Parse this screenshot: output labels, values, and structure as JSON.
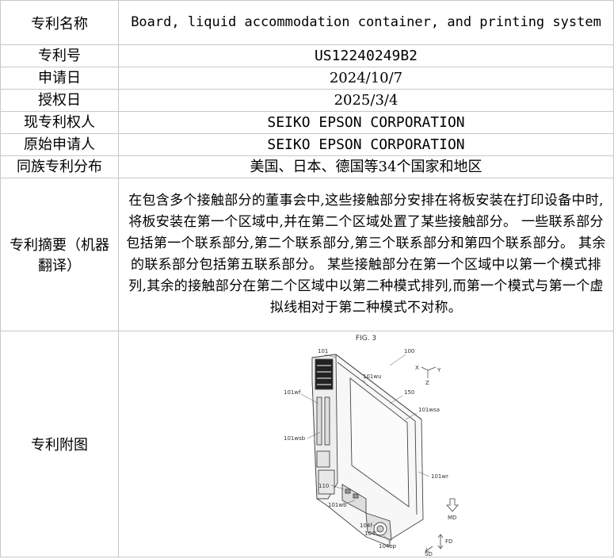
{
  "rows": [
    {
      "label": "专利名称",
      "value": "Board, liquid accommodation container, and printing system"
    },
    {
      "label": "专利号",
      "value": "US12240249B2"
    },
    {
      "label": "申请日",
      "value": "2024/10/7"
    },
    {
      "label": "授权日",
      "value": "2025/3/4"
    },
    {
      "label": "现专利权人",
      "value": "SEIKO EPSON CORPORATION"
    },
    {
      "label": "原始申请人",
      "value": "SEIKO EPSON CORPORATION"
    },
    {
      "label": "同族专利分布",
      "value": "美国、日本、德国等34个国家和地区"
    },
    {
      "label": "专利摘要（机器翻译）",
      "value": "在包含多个接触部分的董事会中,这些接触部分安排在将板安装在打印设备中时,将板安装在第一个区域中,并在第二个区域处置了某些接触部分。 一些联系部分包括第一个联系部分,第二个联系部分,第三个联系部分和第四个联系部分。 其余的联系部分包括第五联系部分。 某些接触部分在第一个区域中以第一个模式排列,其余的接触部分在第二个区域中以第二种模式排列,而第一个模式与第一个虚拟线相对于第二种模式不对称。"
    },
    {
      "label": "专利附图",
      "value": ""
    }
  ],
  "figure": {
    "title": "FIG. 3",
    "labels": {
      "l101": "101",
      "l100": "100",
      "l101wu": "101wu",
      "l150": "150",
      "l101wf": "101wf",
      "l101wsa": "101wsa",
      "l101wsb": "101wsb",
      "l101wr": "101wr",
      "l110": "110",
      "l101wb": "101wb",
      "l104f": "104f",
      "l104": "104",
      "l104op": "104op",
      "lMD": "MD",
      "lSD": "SD",
      "lFD": "FD",
      "ax_x": "X",
      "ax_y": "Y",
      "ax_z": "Z"
    }
  }
}
